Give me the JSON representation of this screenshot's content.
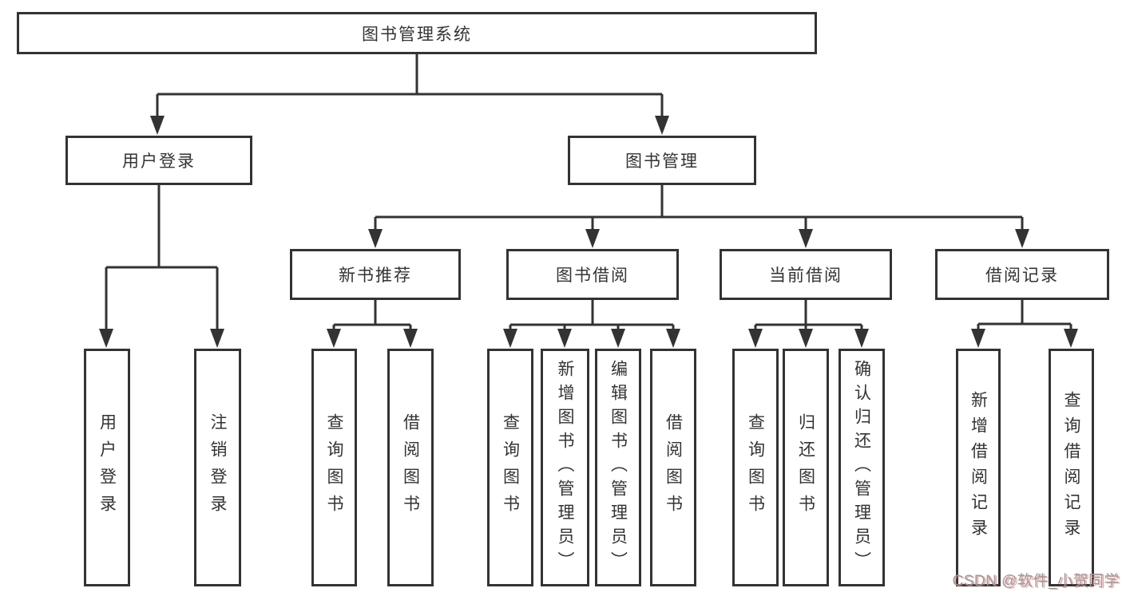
{
  "diagram": {
    "root": {
      "label": "图书管理系统"
    },
    "user_login": {
      "label": "用户登录",
      "children": {
        "login": {
          "label": "用户登录"
        },
        "logout": {
          "label": "注销登录"
        }
      }
    },
    "book_mgmt": {
      "label": "图书管理",
      "children": {
        "new_book_rec": {
          "label": "新书推荐",
          "children": {
            "query_book": {
              "label": "查询图书"
            },
            "borrow_book": {
              "label": "借阅图书"
            }
          }
        },
        "book_borrow": {
          "label": "图书借阅",
          "children": {
            "query_book": {
              "label": "查询图书"
            },
            "add_book": {
              "label": "新增图书（管理员）"
            },
            "edit_book": {
              "label": "编辑图书（管理员）"
            },
            "borrow_book": {
              "label": "借阅图书"
            }
          }
        },
        "current_borrow": {
          "label": "当前借阅",
          "children": {
            "query_book": {
              "label": "查询图书"
            },
            "return_book": {
              "label": "归还图书"
            },
            "confirm_return": {
              "label": "确认归还（管理员）"
            }
          }
        },
        "borrow_records": {
          "label": "借阅记录",
          "children": {
            "add_record": {
              "label": "新增借阅记录"
            },
            "query_record": {
              "label": "查询借阅记录"
            }
          }
        }
      }
    }
  },
  "watermark": {
    "text": "CSDN @软件_小贺同学"
  },
  "colors": {
    "line": "#333333",
    "text": "#333333",
    "background": "#ffffff",
    "watermark": "#9b9b9b",
    "watermark_accent": "#e76562"
  }
}
